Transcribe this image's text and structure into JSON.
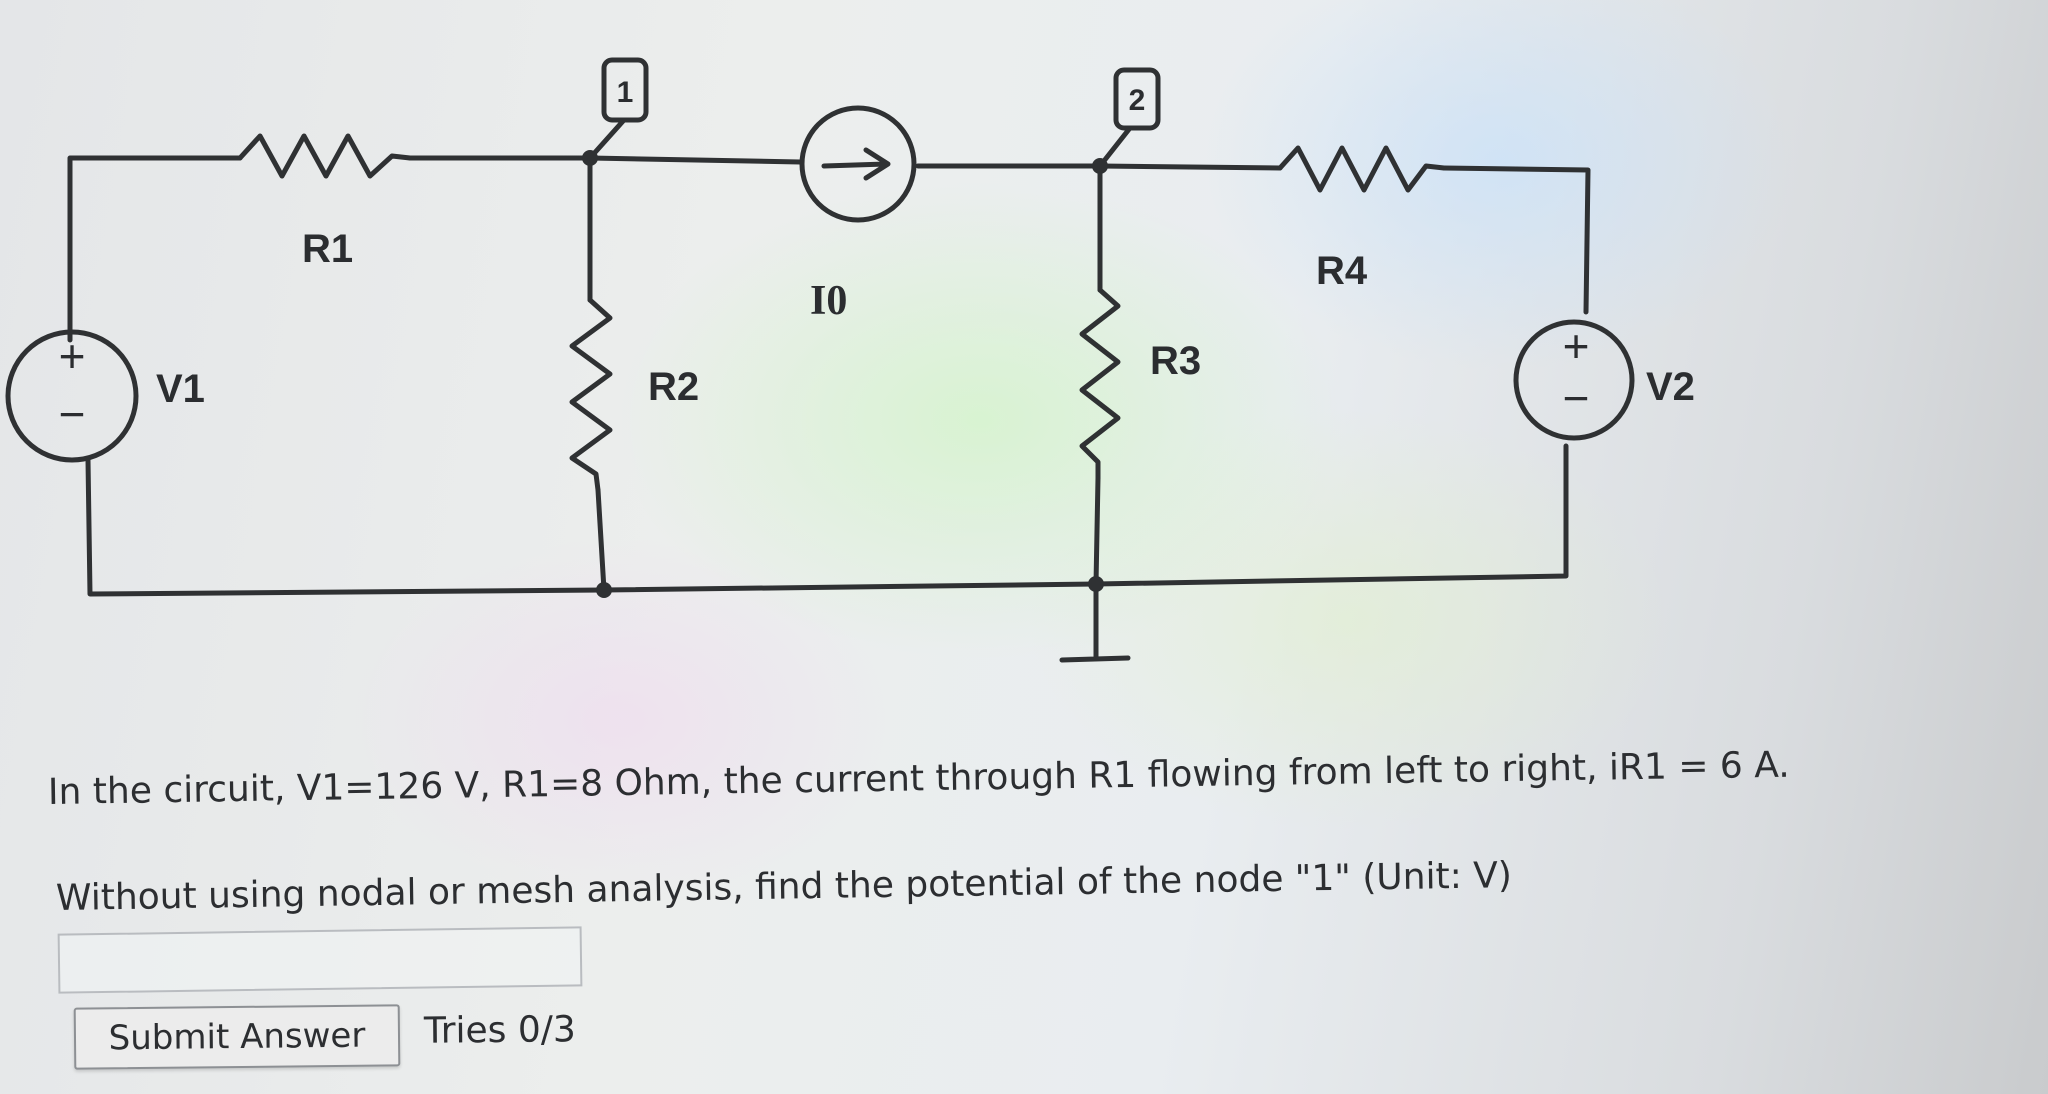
{
  "circuit": {
    "components": {
      "r1": "R1",
      "r2": "R2",
      "r3": "R3",
      "r4": "R4",
      "i0": "I0",
      "v1": "V1",
      "v2": "V2"
    },
    "nodes": {
      "node1": "1",
      "node2": "2"
    },
    "source_signs": {
      "plus": "+",
      "minus": "−"
    }
  },
  "question": {
    "line1": "In the circuit, V1=126 V, R1=8 Ohm, the current through R1 flowing from left to right, iR1 = 6 A.",
    "line2": "Without using nodal or mesh analysis, find the potential of the node \"1\" (Unit: V)"
  },
  "form": {
    "answer_value": "",
    "submit_label": "Submit Answer",
    "tries_text": "Tries 0/3"
  }
}
